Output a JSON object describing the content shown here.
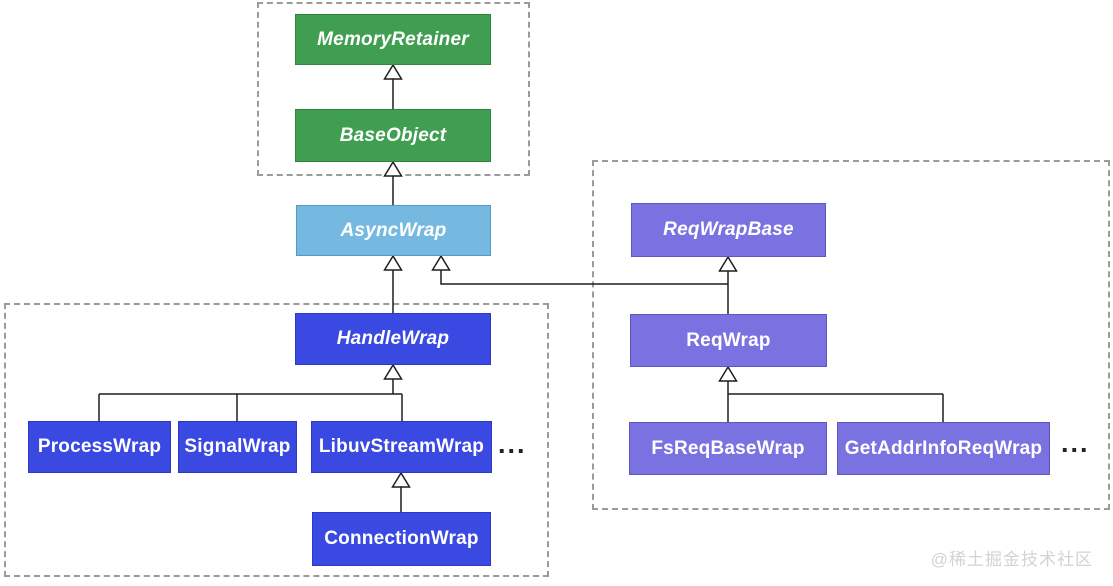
{
  "nodes": {
    "memory_retainer": {
      "label": "MemoryRetainer"
    },
    "base_object": {
      "label": "BaseObject"
    },
    "async_wrap": {
      "label": "AsyncWrap"
    },
    "req_wrap_base": {
      "label": "ReqWrapBase"
    },
    "handle_wrap": {
      "label": "HandleWrap"
    },
    "req_wrap": {
      "label": "ReqWrap"
    },
    "process_wrap": {
      "label": "ProcessWrap"
    },
    "signal_wrap": {
      "label": "SignalWrap"
    },
    "libuv_stream_wrap": {
      "label": "LibuvStreamWrap"
    },
    "connection_wrap": {
      "label": "ConnectionWrap"
    },
    "fs_req_base_wrap": {
      "label": "FsReqBaseWrap"
    },
    "get_addr_info_req_wrap": {
      "label": "GetAddrInfoReqWrap"
    }
  },
  "ellipsis": {
    "handle_more": "...",
    "req_more": "..."
  },
  "watermark": {
    "text": "@稀土掘金技术社区"
  },
  "colors": {
    "green": "#3f9e50",
    "green_border": "#2f8540",
    "lightblue": "#75b9e0",
    "lightblue_border": "#4f9cc8",
    "blue": "#3a49e1",
    "blue_border": "#2b38c0",
    "purple": "#7b72e2",
    "purple_border": "#5f55c0",
    "line": "#1f1f1f",
    "dash": "#9b9b9b"
  }
}
